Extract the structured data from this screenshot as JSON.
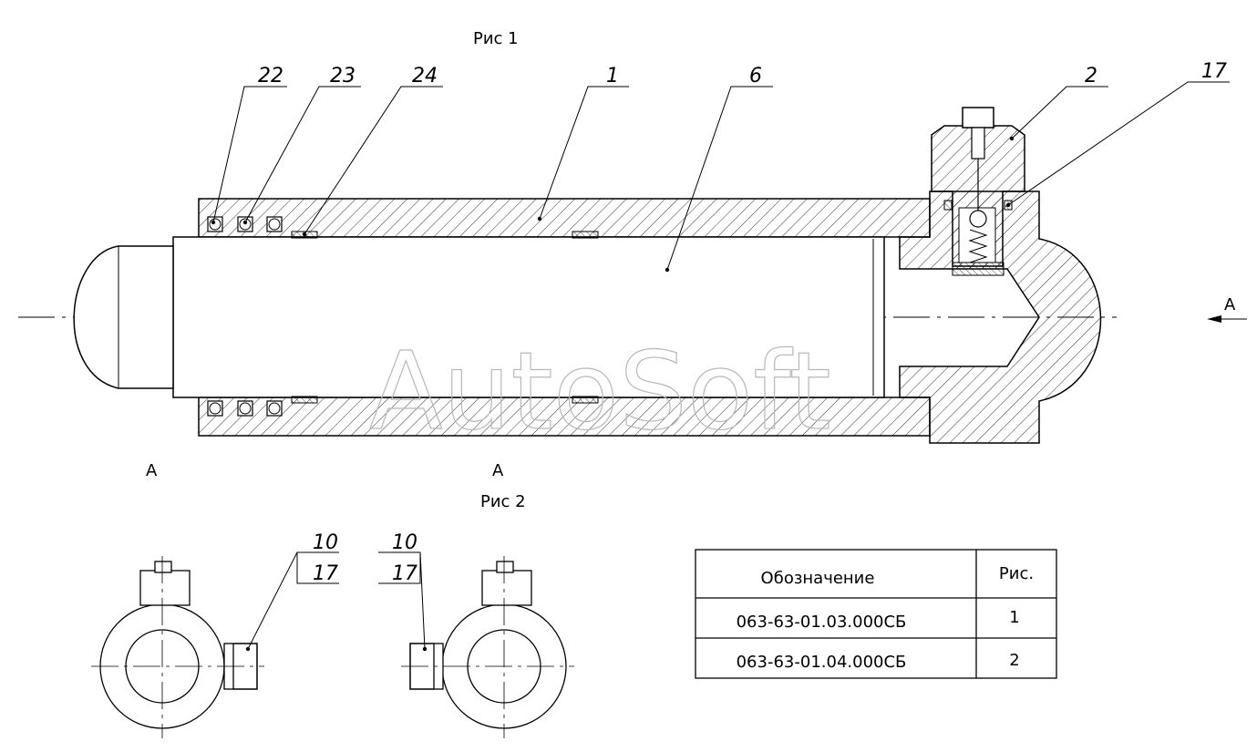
{
  "figure1": {
    "caption": "Рис 1"
  },
  "figure2": {
    "caption": "Рис 2"
  },
  "section_letter": "A",
  "callouts_fig1": [
    "22",
    "23",
    "24",
    "1",
    "6",
    "2",
    "17"
  ],
  "callouts_fig2_left": [
    "10",
    "17"
  ],
  "callouts_fig2_right": [
    "10",
    "17"
  ],
  "watermark": "AutoSoft",
  "table": {
    "headers": [
      "Обозначение",
      "Рис."
    ],
    "rows": [
      [
        "063-63-01.03.000СБ",
        "1"
      ],
      [
        "063-63-01.04.000СБ",
        "2"
      ]
    ]
  },
  "colors": {
    "line": "#000000",
    "watermark": "#b8b8b8",
    "background": "#ffffff"
  }
}
